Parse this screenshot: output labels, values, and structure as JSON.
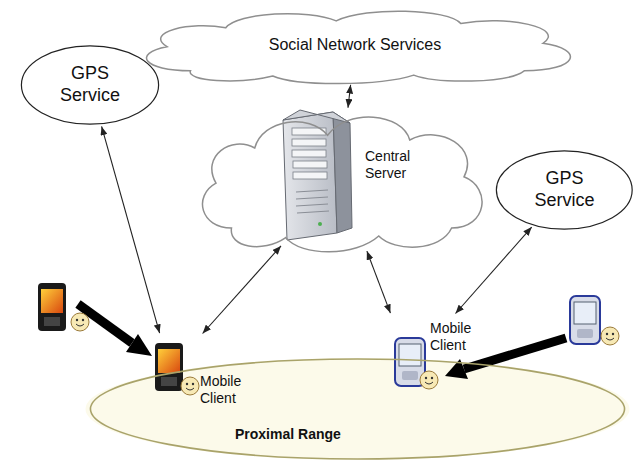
{
  "diagram": {
    "nodes": [
      {
        "text": [
          "Social Network Services"
        ]
      },
      {
        "text": [
          "GPS Service"
        ]
      },
      {
        "text": [
          "Central Server"
        ]
      },
      {
        "text": [
          "GPS Service"
        ]
      },
      {
        "text": [
          "Proximal Range"
        ]
      },
      {
        "text": [
          "Mobile Client"
        ],
        "in": 4
      },
      {
        "text": [
          "Mobile Client"
        ],
        "in": 4
      }
    ],
    "edges": [
      {
        "from": 0,
        "to": 2,
        "arrow": "both"
      },
      {
        "from": 1,
        "to": 5,
        "arrow": "both"
      },
      {
        "from": 2,
        "to": 5,
        "arrow": "both"
      },
      {
        "from": 2,
        "to": 6,
        "arrow": "both"
      },
      {
        "from": 3,
        "to": 6,
        "arrow": "both"
      }
    ]
  }
}
